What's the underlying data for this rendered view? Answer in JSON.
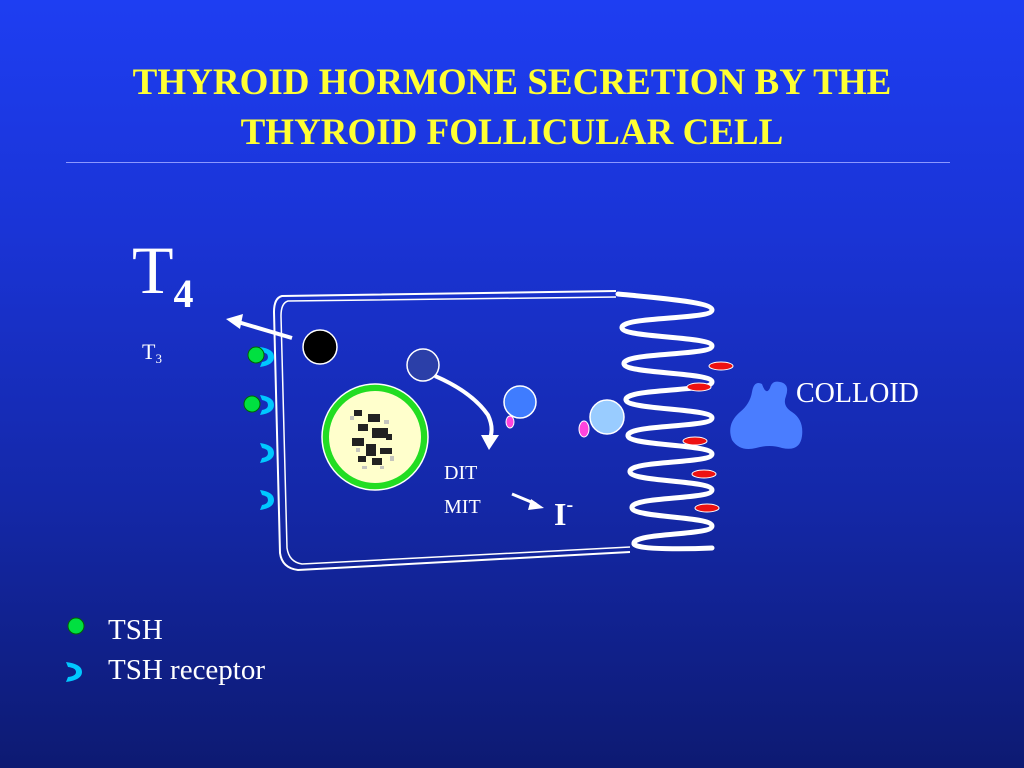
{
  "slide": {
    "title_line1": "THYROID HORMONE SECRETION BY THE",
    "title_line2": "THYROID FOLLICULAR CELL"
  },
  "labels": {
    "t4_main": "T",
    "t4_sub": "4",
    "t3_main": "T",
    "t3_sub": "3",
    "colloid": "COLLOID",
    "dit": "DIT",
    "mit": "MIT",
    "iodide_main": "I",
    "iodide_sup": "-"
  },
  "legend": [
    {
      "icon": "tsh-dot-icon",
      "label": "TSH"
    },
    {
      "icon": "tsh-receptor-icon",
      "label": "TSH receptor"
    }
  ],
  "colors": {
    "title": "#ffff33",
    "tsh": "#00e040",
    "receptor": "#00c8ff",
    "colloid": "#4a7dff",
    "nucleus_ring": "#22dd22",
    "microvilli_dots": "#ee1111"
  }
}
